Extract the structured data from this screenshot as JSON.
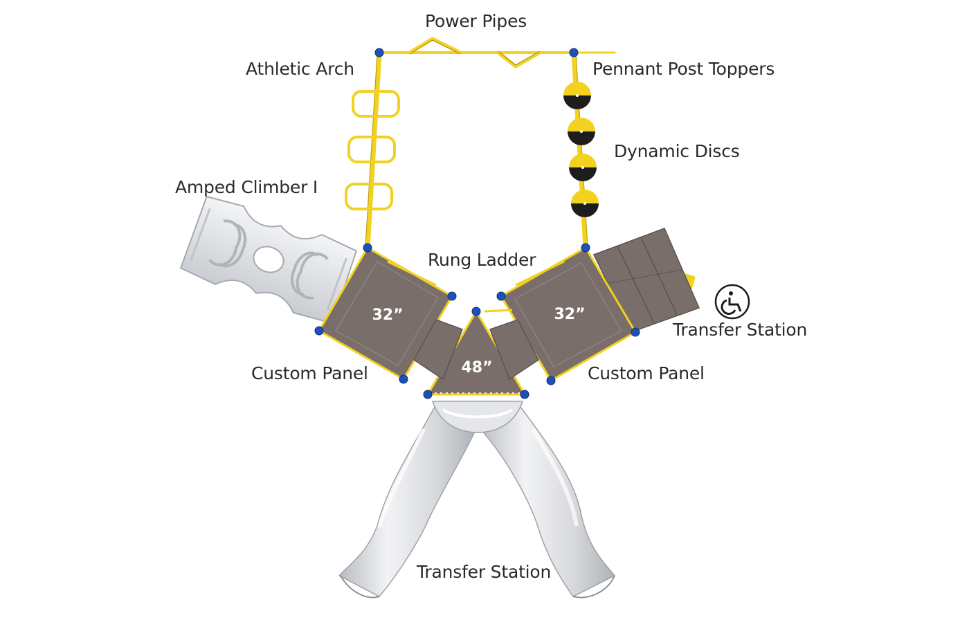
{
  "labels": {
    "power_pipes": "Power Pipes",
    "athletic_arch": "Athletic Arch",
    "pennant_post_toppers": "Pennant Post Toppers",
    "dynamic_discs": "Dynamic Discs",
    "amped_climber": "Amped Climber I",
    "rung_ladder": "Rung Ladder",
    "transfer_station_right": "Transfer Station",
    "custom_panel_left": "Custom Panel",
    "custom_panel_right": "Custom Panel",
    "transfer_station_bottom": "Transfer Station"
  },
  "decks": {
    "left_height": "32”",
    "right_height": "32”",
    "center_height": "48”"
  },
  "icons": {
    "accessibility": "wheelchair-accessible-icon"
  },
  "colors": {
    "post_yellow": "#f2d11f",
    "clamp_blue": "#1f4fb8",
    "deck_brown": "#7a6e6b",
    "slide_silver": "#d9dbde"
  }
}
